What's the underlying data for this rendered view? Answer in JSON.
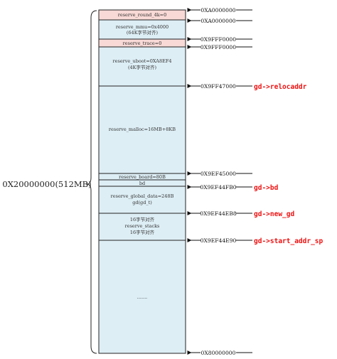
{
  "total_size_label": "0X20000000(512MB)",
  "colors": {
    "fill": "#ddeef5",
    "reserved_fill": "#f8d9d6",
    "border": "#222222",
    "note": "#ee1111"
  },
  "regions": [
    {
      "id": "round",
      "lines": [
        "reserve_round_4k=0"
      ],
      "kind": "reserved"
    },
    {
      "id": "mmu",
      "lines": [
        "reserve_mmu=0x4000",
        "(64K字节对齐)"
      ],
      "kind": "normal"
    },
    {
      "id": "trace",
      "lines": [
        "reserve_trace=0"
      ],
      "kind": "reserved"
    },
    {
      "id": "uboot",
      "lines": [
        "reserve_uboot=0XA8EF4",
        "(4K字节对齐)"
      ],
      "kind": "normal"
    },
    {
      "id": "malloc",
      "lines": [
        "reserve_malloc=16MB+8KB"
      ],
      "kind": "normal"
    },
    {
      "id": "board",
      "lines": [
        "reserve_board=80B"
      ],
      "kind": "normal"
    },
    {
      "id": "bd",
      "lines": [
        "bd"
      ],
      "kind": "normal"
    },
    {
      "id": "global",
      "lines": [
        "reserve_global_data=248B",
        "gd(gd_t)"
      ],
      "kind": "normal"
    },
    {
      "id": "stacks",
      "lines": [
        "16字节对齐",
        "reserve_stacks",
        "16字节对齐"
      ],
      "kind": "normal"
    },
    {
      "id": "rest",
      "lines": [
        "......."
      ],
      "kind": "normal"
    }
  ],
  "addresses": [
    {
      "label": "0XA0000000",
      "note": ""
    },
    {
      "label": "0XA0000000",
      "note": ""
    },
    {
      "label": "0X9FFF0000",
      "note": ""
    },
    {
      "label": "0X9FFF0000",
      "note": ""
    },
    {
      "label": "0X9FF47000",
      "note": "gd->relocaddr"
    },
    {
      "label": "0X9EF45000",
      "note": ""
    },
    {
      "label": "0X9EF44FB0",
      "note": "gd->bd"
    },
    {
      "label": "0X9EF44EB8",
      "note": "gd->new_gd"
    },
    {
      "label": "0X9EF44E90",
      "note": "gd->start_addr_sp"
    },
    {
      "label": "0X80000000",
      "note": ""
    }
  ]
}
